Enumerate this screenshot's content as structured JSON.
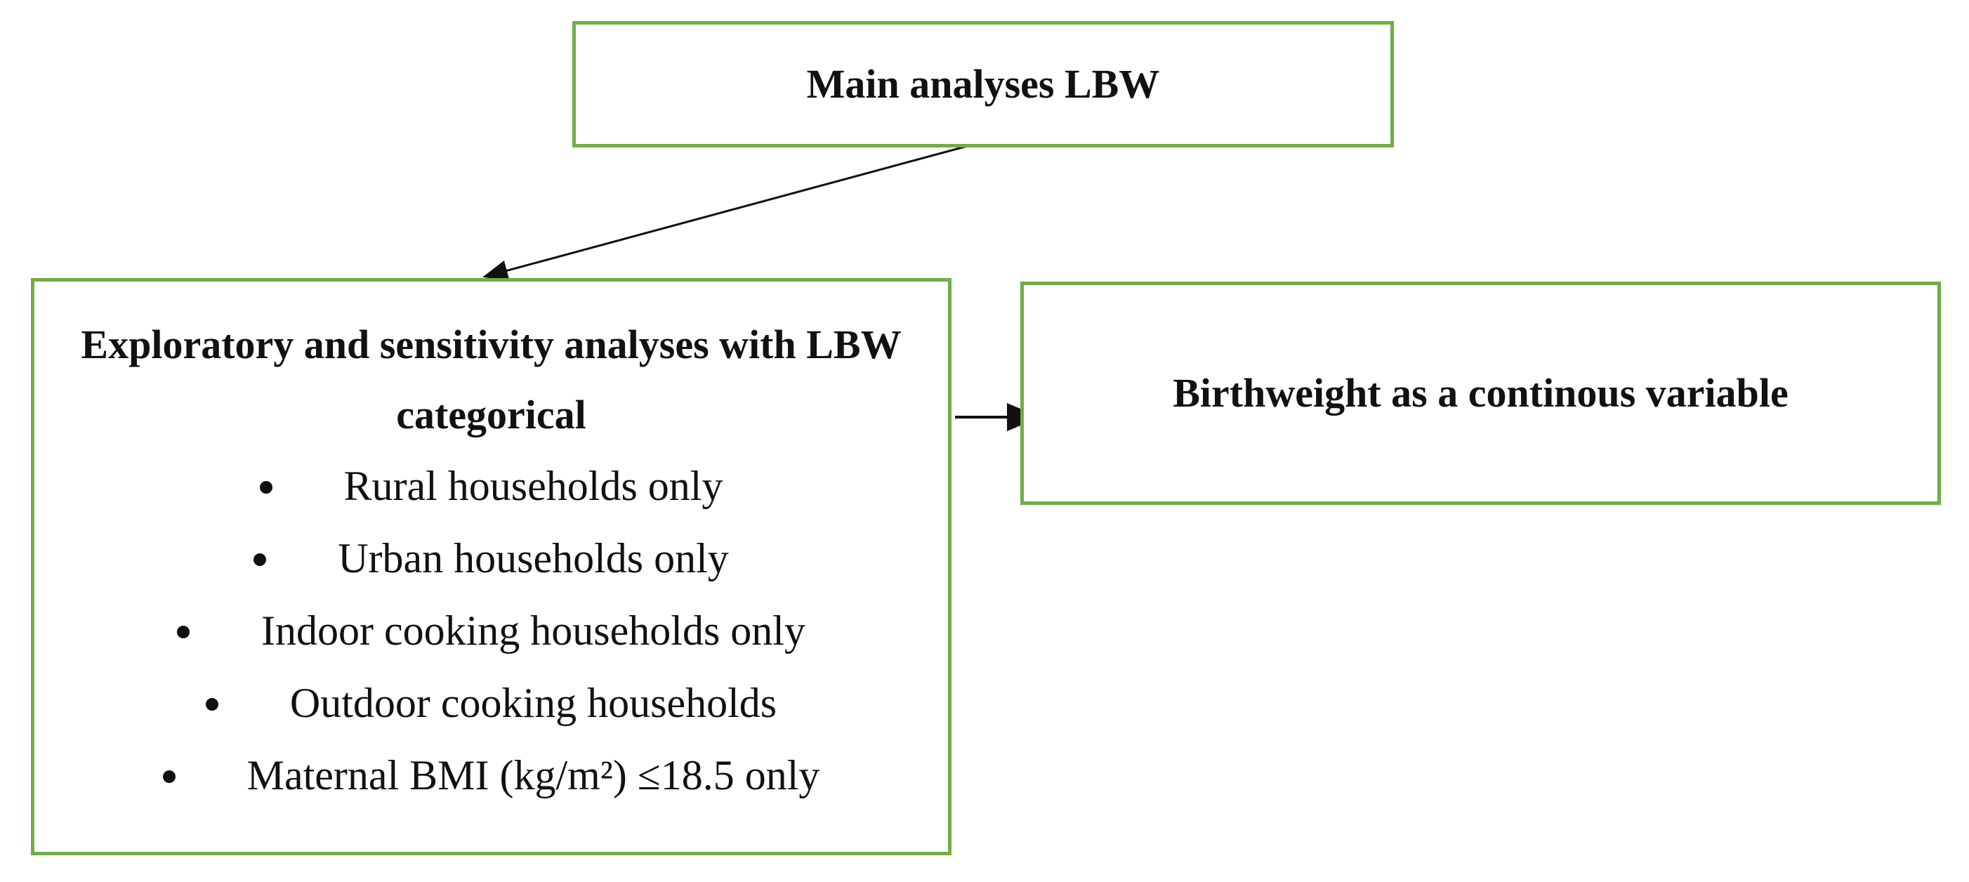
{
  "colors": {
    "box_border": "#70AD47",
    "arrow": "#111111"
  },
  "main_box": {
    "title": "Main analyses LBW"
  },
  "exploratory_box": {
    "title": "Exploratory and sensitivity analyses with LBW categorical",
    "items": [
      "Rural households only",
      "Urban households only",
      "Indoor cooking households only",
      "Outdoor cooking households",
      "Maternal BMI (kg/m²) ≤18.5 only"
    ]
  },
  "birthweight_box": {
    "title": "Birthweight as a continous variable"
  }
}
